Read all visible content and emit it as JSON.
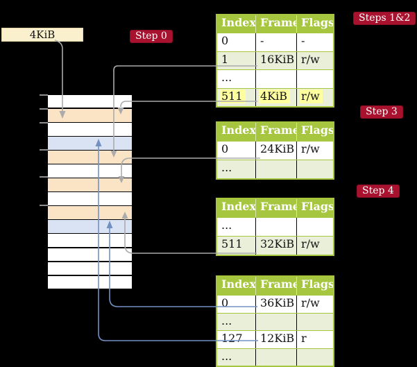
{
  "page_size_box": {
    "label": "4KiB"
  },
  "badges": {
    "step0": "Step 0",
    "steps12": "Steps 1&2",
    "step3": "Step 3",
    "step4": "Step 4"
  },
  "colors": {
    "table_header_green": "#A6C63F",
    "table_alt_row": "#E9EFD9",
    "highlight_yellow": "#FEFF9E",
    "badge_red": "#A9122F",
    "frame_peach": "#FBE3C6",
    "frame_blue": "#D9E3F3",
    "frame_white": "#FFFFFF",
    "line_gray": "#ABABAB",
    "line_blue": "#7390C3",
    "box_cream": "#FBF0CE"
  },
  "memory_stack": {
    "rows": [
      "white",
      "peach",
      "white",
      "blue",
      "peach",
      "white",
      "peach",
      "white",
      "peach",
      "blue",
      "white",
      "white",
      "white",
      "white"
    ]
  },
  "tables": [
    {
      "id": "t1",
      "name": "page-table-level0",
      "headers": [
        "Index",
        "Frame",
        "Flags"
      ],
      "rows": [
        {
          "cells": [
            "0",
            "-",
            "-"
          ],
          "alt": false,
          "highlight": false
        },
        {
          "cells": [
            "1",
            "16KiB",
            "r/w"
          ],
          "alt": true,
          "highlight": false
        },
        {
          "cells": [
            "...",
            "",
            ""
          ],
          "alt": false,
          "highlight": false
        },
        {
          "cells": [
            "511",
            "4KiB",
            "r/w"
          ],
          "alt": true,
          "highlight": true
        }
      ]
    },
    {
      "id": "t2",
      "name": "page-table-level1",
      "headers": [
        "Index",
        "Frame",
        "Flags"
      ],
      "rows": [
        {
          "cells": [
            "0",
            "24KiB",
            "r/w"
          ],
          "alt": false,
          "highlight": false
        },
        {
          "cells": [
            "...",
            "",
            ""
          ],
          "alt": true,
          "highlight": false
        }
      ]
    },
    {
      "id": "t3",
      "name": "page-table-level2",
      "headers": [
        "Index",
        "Frame",
        "Flags"
      ],
      "rows": [
        {
          "cells": [
            "...",
            "",
            ""
          ],
          "alt": false,
          "highlight": false
        },
        {
          "cells": [
            "511",
            "32KiB",
            "r/w"
          ],
          "alt": true,
          "highlight": false
        }
      ]
    },
    {
      "id": "t4",
      "name": "page-table-level3",
      "headers": [
        "Index",
        "Frame",
        "Flags"
      ],
      "rows": [
        {
          "cells": [
            "0",
            "36KiB",
            "r/w"
          ],
          "alt": false,
          "highlight": false
        },
        {
          "cells": [
            "...",
            "",
            ""
          ],
          "alt": true,
          "highlight": false
        },
        {
          "cells": [
            "127",
            "12KiB",
            "r"
          ],
          "alt": false,
          "highlight": false
        },
        {
          "cells": [
            "...",
            "",
            ""
          ],
          "alt": true,
          "highlight": false
        }
      ]
    }
  ]
}
